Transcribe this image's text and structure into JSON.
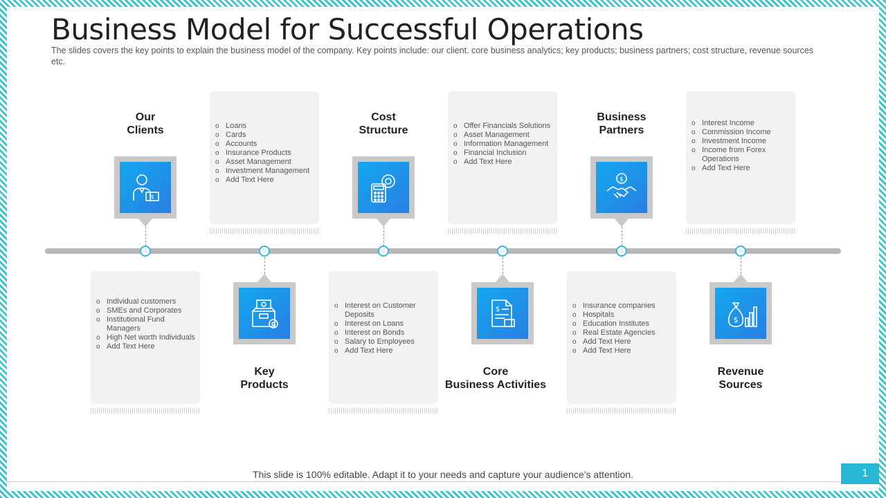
{
  "title": "Business Model for Successful Operations",
  "subtitle": "The slides covers the key points to explain the business model of the company. Key points include: our client. core business analytics; key products; business partners; cost structure, revenue sources etc.",
  "categories": {
    "our_clients": {
      "line1": "Our",
      "line2": "Clients",
      "icon": "user-with-dollar-icon"
    },
    "cost_structure": {
      "line1": "Cost",
      "line2": "Structure",
      "icon": "calculator-gear-icon"
    },
    "business_partners": {
      "line1": "Business",
      "line2": "Partners",
      "icon": "handshake-dollar-icon"
    },
    "key_products": {
      "line1": "Key",
      "line2": "Products",
      "icon": "box-cash-gear-icon"
    },
    "core_business_activities": {
      "line1": "Core",
      "line2": "Business Activities",
      "icon": "document-dollar-icon"
    },
    "revenue_sources": {
      "line1": "Revenue",
      "line2": "Sources",
      "icon": "money-bag-chart-icon"
    }
  },
  "cards": {
    "top1": [
      "Loans",
      "Cards",
      "Accounts",
      "Insurance Products",
      "Asset Management",
      "Investment Management",
      "Add Text Here"
    ],
    "top2": [
      "Offer Financials Solutions",
      "Asset Management",
      "Information Management",
      "Financial Inclusion",
      "Add Text Here"
    ],
    "top3": [
      "Interest Income",
      "Commission Income",
      "Investment Income",
      "Income from Forex Operations",
      "Add Text Here"
    ],
    "bottom1": [
      "Individual customers",
      "SMEs and Corporates",
      "Institutional Fund Managers",
      "High Net worth Individuals",
      "Add Text Here"
    ],
    "bottom2": [
      "Interest on Customer Deposits",
      "Interest on Loans",
      "Interest on Bonds",
      "Salary to Employees",
      "Add Text Here"
    ],
    "bottom3": [
      "Insurance companies",
      "Hospitals",
      "Education Institutes",
      "Real Estate Agencies",
      "Add Text Here",
      "Add Text Here"
    ]
  },
  "footer": "This slide is 100% editable. Adapt it to your needs and capture your audience’s attention.",
  "page_number": "1",
  "colors": {
    "accent": "#29b7d8",
    "icon_gradient_start": "#12a8f0",
    "icon_gradient_end": "#2a7fe0",
    "timeline": "#b8b8b8",
    "card_bg": "#f2f2f2"
  }
}
